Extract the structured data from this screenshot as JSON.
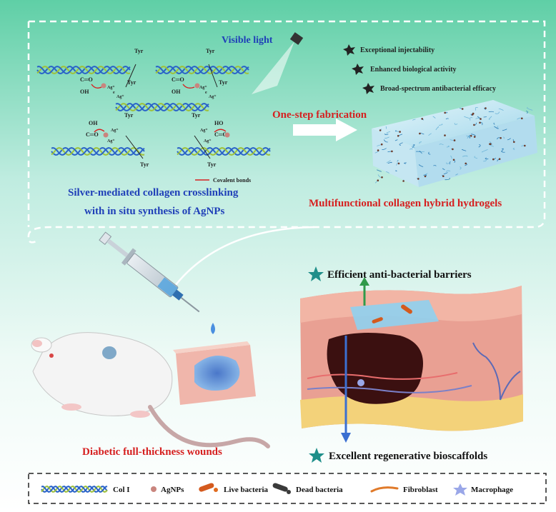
{
  "top_panel": {
    "light_label": "Visible light",
    "tyr_label": "Tyr",
    "ag_label": "Ag⁺",
    "e_label": "e",
    "co_label": "C═O",
    "oh_label": "OH",
    "ho_label": "HO",
    "bond_legend": "Covalent bonds",
    "crosslink_line1": "Silver-mediated collagen crosslinking",
    "crosslink_line2": "with in situ synthesis of AgNPs",
    "fabrication_label": "One-step fabrication",
    "features": [
      "Exceptional injectability",
      "Enhanced biological activity",
      "Broad-spectrum antibacterial efficacy"
    ],
    "hydrogel_label": "Multifunctional collagen hybrid hydrogels"
  },
  "bottom_panel": {
    "wound_label": "Diabetic full-thickness wounds",
    "barrier_label": "Efficient anti-bacterial barriers",
    "scaffold_label": "Excellent regenerative bioscaffolds"
  },
  "legend": {
    "items": [
      {
        "label": "Col I",
        "icon": "collagen-helix-icon"
      },
      {
        "label": "AgNPs",
        "icon": "agnp-dot-icon"
      },
      {
        "label": "Live bacteria",
        "icon": "live-bacteria-icon"
      },
      {
        "label": "Dead bacteria",
        "icon": "dead-bacteria-icon"
      },
      {
        "label": "Fibroblast",
        "icon": "fibroblast-icon"
      },
      {
        "label": "Macrophage",
        "icon": "macrophage-icon"
      }
    ]
  },
  "colors": {
    "title_blue": "#1f3fb8",
    "highlight_red": "#d62020",
    "star_teal": "#1f8f8a",
    "helix_blue": "#2a63c8",
    "helix_green": "#9fc13a"
  }
}
